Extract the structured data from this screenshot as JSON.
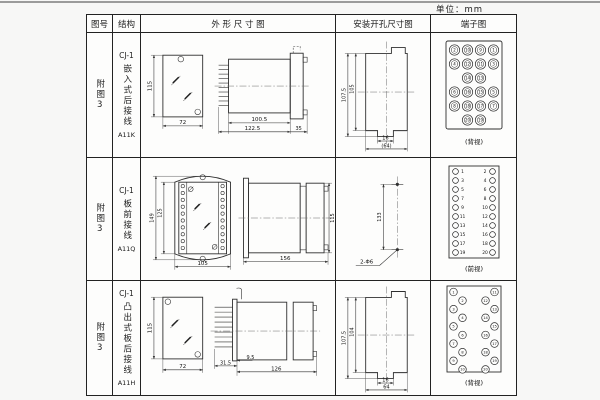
{
  "unit_label": "单位：mm",
  "header": {
    "fig_no": "图号",
    "structure": "结构",
    "outline": "外 形 尺 寸 图",
    "mounting": "安装开孔尺寸图",
    "terminal": "端子图"
  },
  "rows": [
    {
      "fig_no": "附图3",
      "model": "CJ-1",
      "structure": "嵌入式后接线",
      "code": "A11K",
      "outline": {
        "h": "115",
        "w": "72",
        "l1": "100.5",
        "l2": "122.5",
        "l3": "35"
      },
      "mounting": {
        "v1": "107.5",
        "v2": "105",
        "h1": "16",
        "h2": "(64)"
      },
      "terminal": {
        "view": "(背视)",
        "numbers": [
          "2",
          "10",
          "9",
          "1",
          "4",
          "12",
          "11",
          "3",
          "14",
          "13",
          "6",
          "16",
          "15",
          "5",
          "8",
          "18",
          "17",
          "7",
          "20",
          "19"
        ]
      }
    },
    {
      "fig_no": "附图3",
      "model": "CJ-1",
      "structure": "板前接线",
      "code": "A11Q",
      "outline": {
        "h1": "149",
        "h2": "125",
        "w": "105",
        "l": "156",
        "sh": "115"
      },
      "mounting": {
        "v": "133",
        "label": "2-Φ6"
      },
      "terminal": {
        "view": "(前视)",
        "left": [
          "1",
          "3",
          "5",
          "7",
          "9",
          "11",
          "13",
          "15",
          "17",
          "19"
        ],
        "right": [
          "2",
          "4",
          "6",
          "8",
          "10",
          "12",
          "14",
          "16",
          "18",
          "20"
        ]
      }
    },
    {
      "fig_no": "附图3",
      "model": "CJ-1",
      "structure": "凸出式板后接线",
      "code": "A11H",
      "outline": {
        "h": "115",
        "w": "72",
        "l1": "31.5",
        "l2": "9.5",
        "l3": "126"
      },
      "mounting": {
        "v1": "107.5",
        "v2": "104",
        "h1": "16",
        "h2": "64"
      },
      "terminal": {
        "view": "(背视)",
        "numbers": [
          "1",
          "2",
          "3",
          "4",
          "5",
          "6",
          "7",
          "8",
          "9",
          "10",
          "11",
          "12",
          "13",
          "14",
          "15",
          "16",
          "17",
          "18",
          "19",
          "20"
        ]
      }
    }
  ]
}
